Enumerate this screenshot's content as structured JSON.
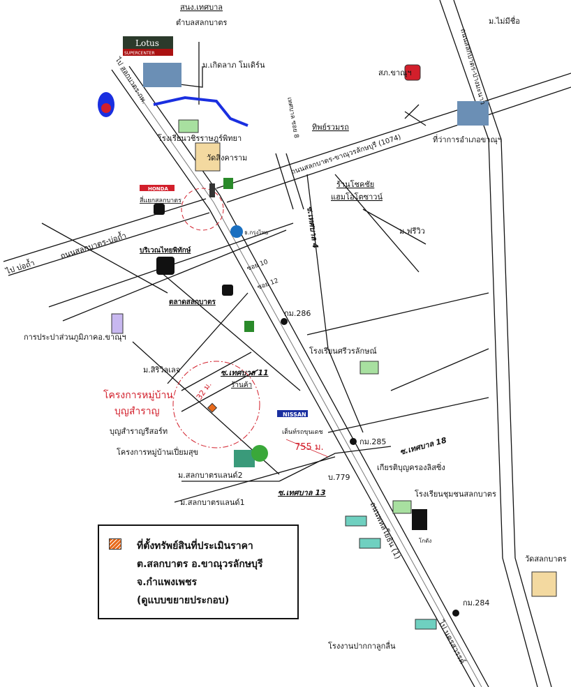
{
  "labels": {
    "municipality_office": "สนง.เทศบาล",
    "subdistrict": "ตำบลสลกบาตร",
    "lotus": "Lotus",
    "lotus_sub": "SUPERCENTER",
    "kerdlarp": "ม.เกิดลาภ โมเดิร์น",
    "school_wachira": "โรงเรียนวชิรราษฎร์พิทยา",
    "wat_sing": "วัดสิงคาราม",
    "honda": "HONDA",
    "intersection": "สี่แยกสลกบาตร",
    "to_kamphaeng": "ไป สลกบาตร-กพ.",
    "thip": "ทิพย์รวมรถ",
    "road_1074": "ถนนสลกบาตร-ขาณุวรลักษบุรี (1074)",
    "soi_thesaban_8": "เทศบาล ซอย 8",
    "shop_chokchai": "ร้านโชคชัย",
    "ham_auto": "แฮมโอโตซาวน์",
    "police": "สภ.ขาณุฯ",
    "mai_mi_chue": "ม.ไม่มีชื่อ",
    "district_office": "ที่ว่าการอำเภอขาณุฯ",
    "road_right": "ถนนสลกบาตร-ปางมะนาว",
    "soi_thesaban_4": "ซ.เทศบาล 4",
    "free_view": "ม.ฟรีวิว",
    "krungthai": "ธ.กรุงไทย",
    "road_bo_tham": "ถนนสลกบาตร-บ่อถ้ำ",
    "to_bo_tham": "ไป บ่อถ้ำ",
    "thai_phithak": "บริเวณไทยพิทักษ์",
    "soi_10": "ซอย 10",
    "soi_12": "ซอย 12",
    "market": "ตลาดสลกบาตร",
    "km286": "กม.286",
    "water": "การประปาส่วนภูมิภาคอ.ขาณุฯ",
    "siriwilai": "ม.สิริวิลเลจ",
    "school_sri": "โรงเรียนศรีวรลักษณ์",
    "soi_thesaban_11": "ซ.เทศบาล 11",
    "shop": "ร้านค้า",
    "dist_32": "32 ม.",
    "project_boon_1": "โครงการหมู่บ้าน",
    "project_boon_2": "บุญสำราญ",
    "boon_resort": "บุญสำราญรีสอร์ท",
    "nissan": "NISSAN",
    "tent": "เต็นท์รถขุนเดช",
    "dist_755": "755 ม.",
    "km285": "กม.285",
    "soi_thesaban_18": "ซ.เทศบาล 18",
    "piamsuk": "โครงการหมู่บ้านเปี่ยมสุข",
    "land2": "ม.สลกบาตรแลนด์2",
    "kiat": "เกียรติบุญครองลิสซิ่ง",
    "bor779": "บ.779",
    "soi_thesaban_13": "ซ.เทศบาล 13",
    "land1": "ม.สลกบาตรแลนด์1",
    "school_chumchon": "โรงเรียนชุมชนสลกบาตร",
    "warehouse": "โกดัง",
    "main_road": "ถนนพหลโยธิน (1)",
    "wat_salok": "วัดสลกบาตร",
    "km284": "กม.284",
    "factory": "โรงงานปากกาลูกลื่น",
    "to_nakhon": "ไป นครสวรรค์"
  },
  "legend": {
    "line1": "ที่ตั้งทรัพย์สินที่ประเมินราคา",
    "line2": "ต.สลกบาตร  อ.ขาณุวรลักษบุรี",
    "line3": "จ.กำแพงเพชร",
    "line4": "(ดูแบบขยายประกอบ)"
  },
  "colors": {
    "accent_red": "#d21f2b",
    "canal": "#1a2fe0",
    "subject": "#e86a1c"
  }
}
